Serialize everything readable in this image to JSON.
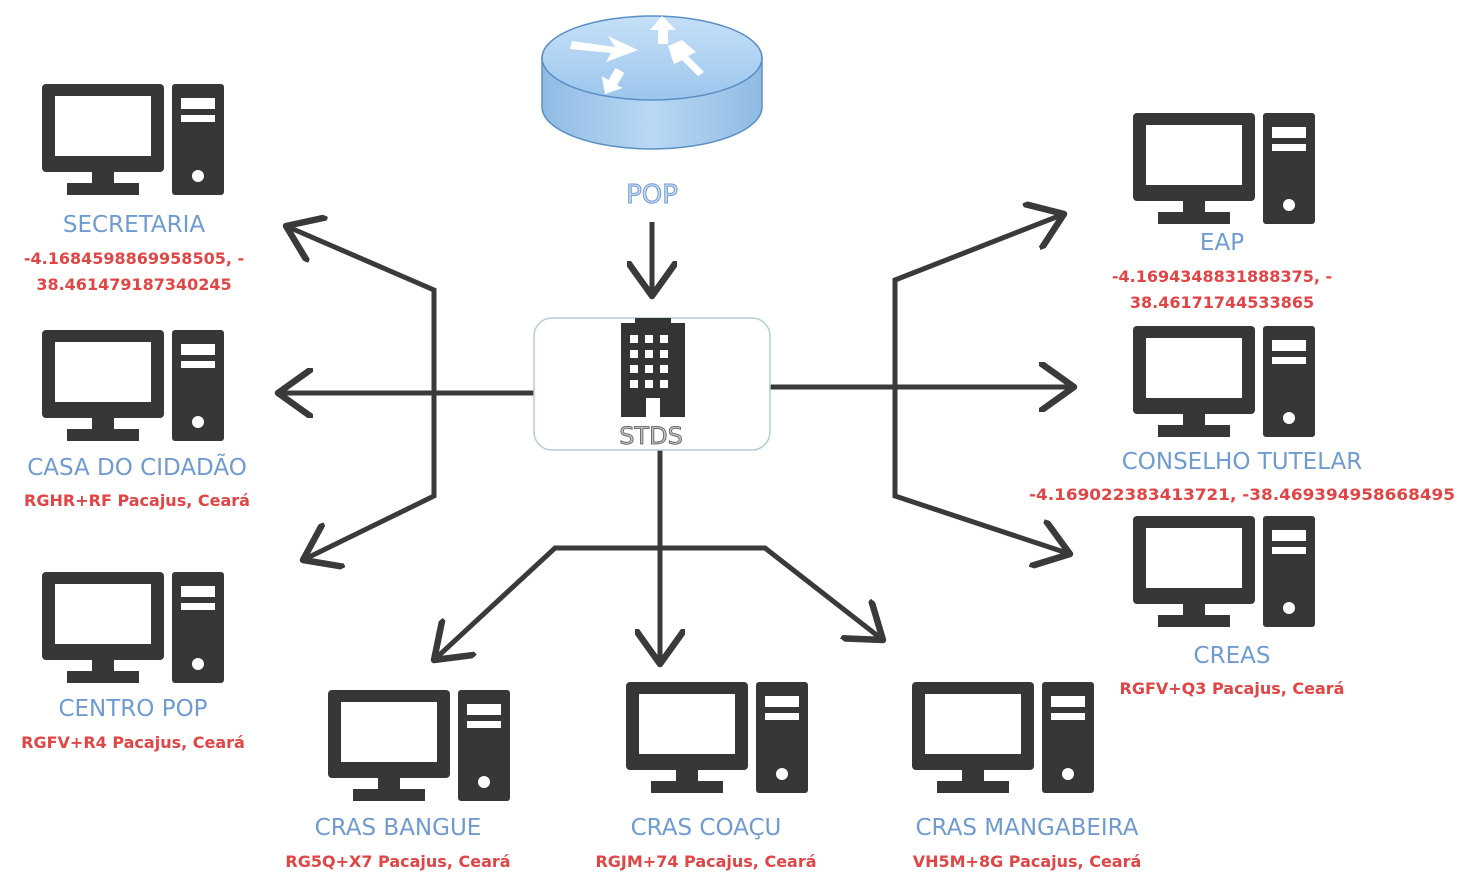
{
  "router": {
    "label": "POP",
    "icon": "router-icon"
  },
  "hub": {
    "label": "STDS",
    "icon": "building-icon"
  },
  "nodes": {
    "secretaria": {
      "label": "SECRETARIA",
      "addr1": "-4.1684598869958505, -",
      "addr2": "38.461479187340245"
    },
    "casa_do_cidadao": {
      "label": "CASA DO CIDADÃO",
      "addr1": "RGHR+RF Pacajus, Ceará"
    },
    "centro_pop": {
      "label": "CENTRO POP",
      "addr1": "RGFV+R4 Pacajus, Ceará"
    },
    "eap": {
      "label": "EAP",
      "addr1": "-4.1694348831888375, -",
      "addr2": "38.46171744533865"
    },
    "conselho_tutelar": {
      "label": "CONSELHO TUTELAR",
      "addr1": "-4.169022383413721, -38.469394958668495"
    },
    "creas": {
      "label": "CREAS",
      "addr1": "RGFV+Q3 Pacajus, Ceará"
    },
    "cras_bangue": {
      "label": "CRAS BANGUE",
      "addr1": "RG5Q+X7 Pacajus, Ceará"
    },
    "cras_coacu": {
      "label": "CRAS COAÇU",
      "addr1": "RGJM+74 Pacajus, Ceará"
    },
    "cras_mangabeira": {
      "label": "CRAS MANGABEIRA",
      "addr1": "VH5M+8G Pacajus, Ceará"
    }
  },
  "colors": {
    "label": "#6f9bd0",
    "address": "#e14545",
    "icon": "#373737",
    "router_fill": "#a9cdf0",
    "line": "#3a3a3a"
  }
}
